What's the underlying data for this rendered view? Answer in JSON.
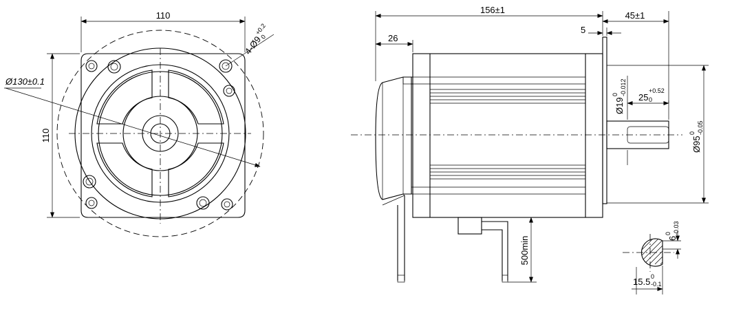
{
  "front_view": {
    "width_dim": "110",
    "height_dim": "110",
    "circle_dim": "Ø130±0.1",
    "hole_dim_prefix": "4-Ø9",
    "hole_tol_upper": "+0.2",
    "hole_tol_lower": "0"
  },
  "side_view": {
    "overall_length": "156±1",
    "shaft_length": "45±1",
    "flange_thickness": "5",
    "rear_length": "26",
    "shaft_dia_prefix": "Ø19",
    "shaft_dia_tol_upper": "0",
    "shaft_dia_tol_lower": "-0.012",
    "key_length_prefix": "25",
    "key_length_tol_upper": "+0.52",
    "key_length_tol_lower": "0",
    "pilot_dia_prefix": "Ø95",
    "pilot_dia_tol_upper": "0",
    "pilot_dia_tol_lower": "-0.05",
    "cable_length": "500min"
  },
  "shaft_section": {
    "key_width_prefix": "6",
    "key_width_tol_upper": "0",
    "key_width_tol_lower": "-0.03",
    "flat_dim_prefix": "15.5",
    "flat_dim_tol_upper": "0",
    "flat_dim_tol_lower": "-0.1"
  }
}
